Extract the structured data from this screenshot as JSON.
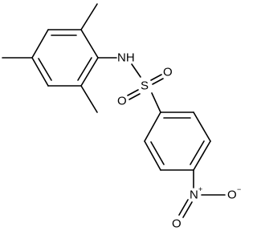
{
  "molecule": {
    "atoms": {
      "nh": "NH",
      "s": "S",
      "o_sulfonyl_upper": "O",
      "o_sulfonyl_lower": "O",
      "n_nitro": "N",
      "n_nitro_charge": "+",
      "o_nitro_left": "O",
      "o_nitro_right": "O",
      "o_nitro_charge": "−"
    }
  },
  "colors": {
    "bond": "#000000",
    "label": "#000000",
    "background": "#ffffff"
  }
}
